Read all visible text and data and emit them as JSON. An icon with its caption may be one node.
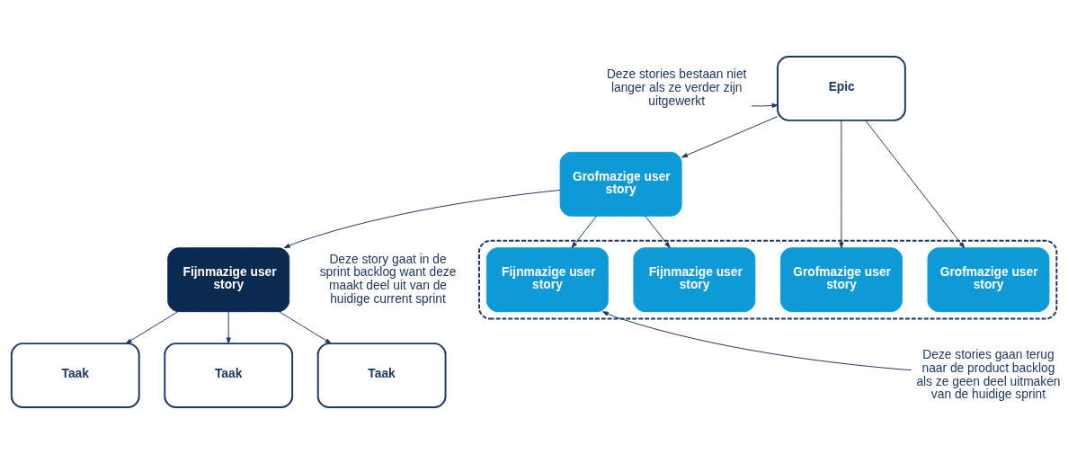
{
  "diagram": {
    "nodes": [
      {
        "text": [
          "Deze stories bestaan niet langer als ze verder zijn uitgewerkt"
        ]
      },
      {
        "text": [
          "Epic"
        ]
      },
      {
        "text": [],
        "shape": "ellipse"
      },
      {
        "text": [
          "Grofmazige user story"
        ]
      },
      {
        "text": [
          "Grofmazige user story"
        ],
        "in": 2
      },
      {
        "text": [
          "Grofmazige user story"
        ],
        "in": 2
      },
      {
        "text": [
          "Fijnmazige user story"
        ]
      },
      {
        "text": [
          "Fijnmazige user story"
        ],
        "in": 2
      },
      {
        "text": [
          "Fijnmazige user story"
        ],
        "in": 2
      },
      {
        "text": [
          "Deze stories gaan terug naar de product backlog als ze geen deel uitmaken van de huidige sprint"
        ]
      },
      {
        "text": [
          "Taak"
        ]
      },
      {
        "text": [
          "Taak"
        ]
      },
      {
        "text": [
          "Taak"
        ]
      }
    ],
    "edges": [
      {
        "from": 0,
        "to": 1,
        "arrow": "to"
      },
      {
        "from": 1,
        "to": 3,
        "arrow": "to"
      },
      {
        "from": 1,
        "to": 4,
        "arrow": "to"
      },
      {
        "from": 1,
        "to": 5,
        "arrow": "to"
      },
      {
        "from": 3,
        "to": 6,
        "arrow": "to"
      },
      {
        "from": 3,
        "to": 7,
        "arrow": "to"
      },
      {
        "from": 3,
        "to": 8,
        "arrow": "to"
      },
      {
        "from": 9,
        "to": 8,
        "arrow": "to"
      },
      {
        "from": 6,
        "to": 10,
        "arrow": "to"
      },
      {
        "from": 6,
        "to": 11,
        "arrow": "to"
      },
      {
        "from": 6,
        "to": 12,
        "arrow": "to"
      }
    ],
    "labels": [
      "Deze story gaat in de sprint backlog want deze maakt deel uit van de huidige current sprint"
    ]
  }
}
